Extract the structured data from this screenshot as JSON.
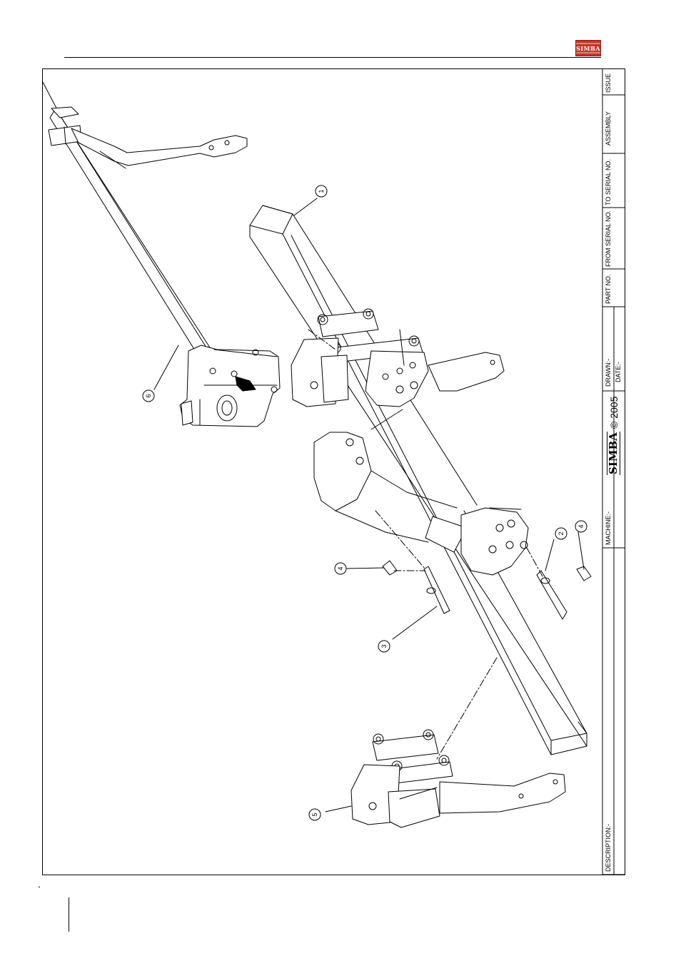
{
  "brand": {
    "logo_text": "SIMBA",
    "logo_color": "#c0392b"
  },
  "title_block": {
    "issue": "ISSUE",
    "assembly": "ASSEMBLY",
    "to_serial": "TO SERIAL NO.",
    "from_serial": "FROM SERIAL NO.",
    "part_no": "PART NO.",
    "drawn": "DRAWN:-",
    "date": "DATE:-",
    "copyright": "© 2005",
    "logo": "SIMBA",
    "machine": "MACHINE:-",
    "description": "DESCRIPTION:-"
  },
  "callouts": {
    "c1": "1",
    "c2": "2",
    "c3": "3",
    "c4a": "4",
    "c4b": "4",
    "c5": "5",
    "c6": "6"
  }
}
